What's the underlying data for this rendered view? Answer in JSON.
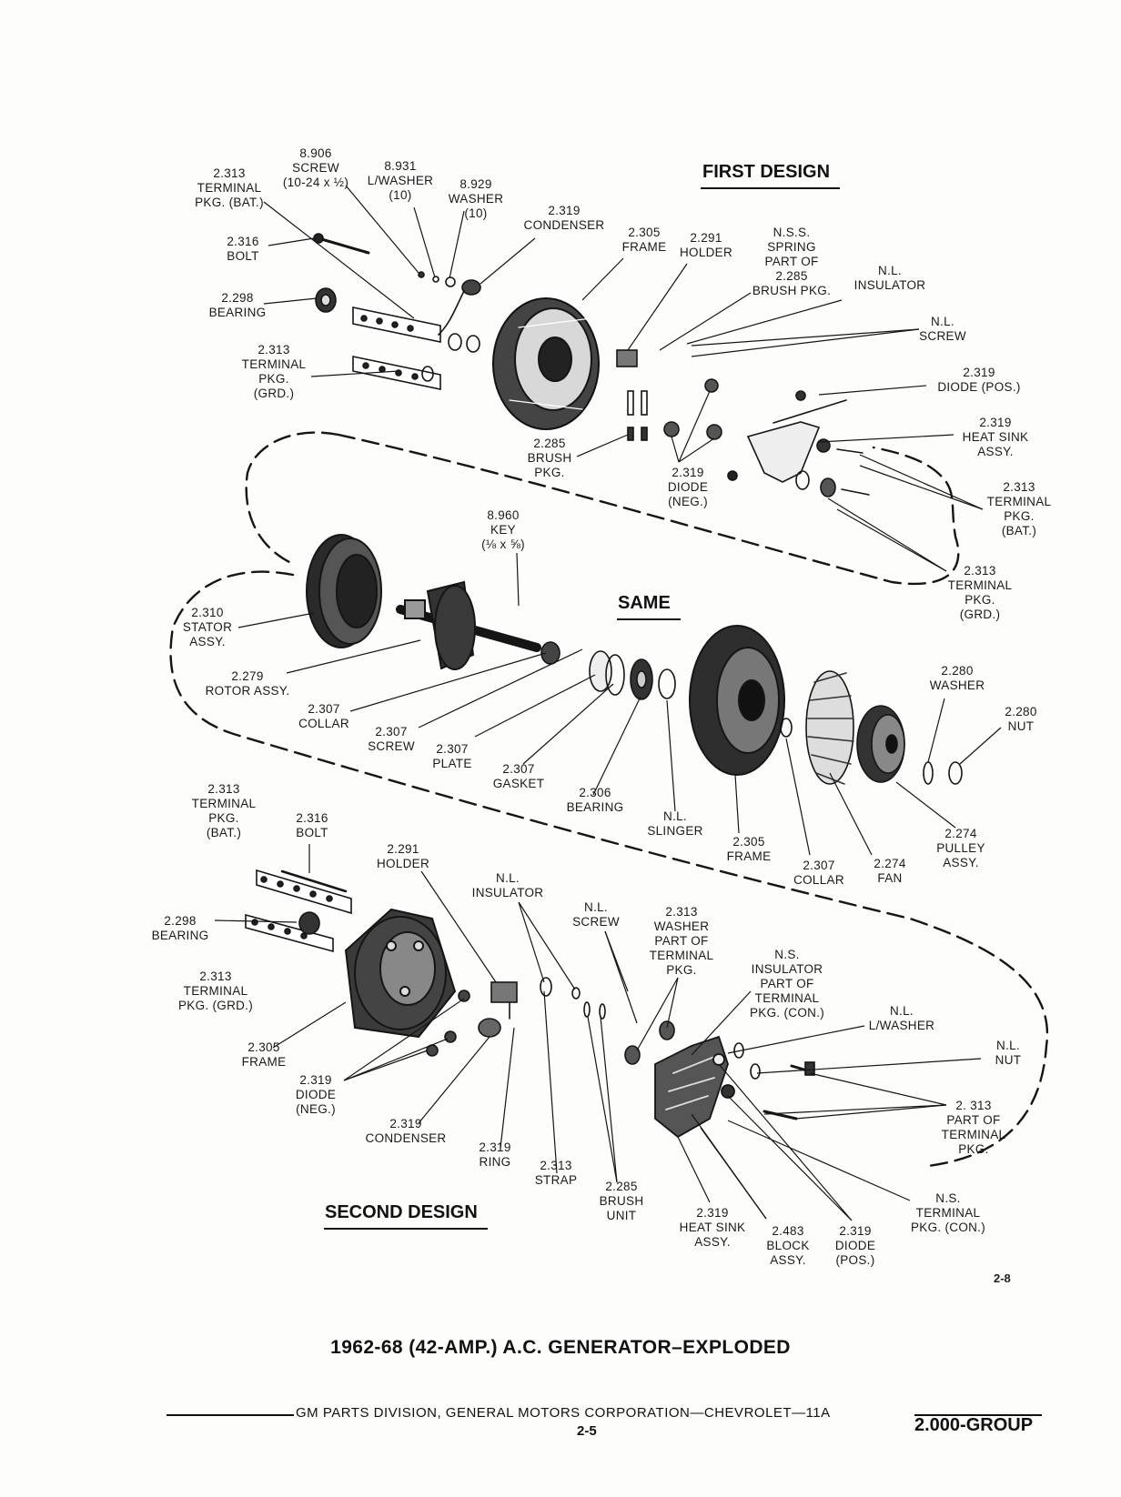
{
  "headings": {
    "first_design": "FIRST DESIGN",
    "same": "SAME",
    "second_design": "SECOND DESIGN"
  },
  "figure_number": "2-8",
  "caption": "1962-68 (42-AMP.) A.C. GENERATOR–EXPLODED",
  "footer": {
    "division": "GM PARTS DIVISION, GENERAL MOTORS CORPORATION—CHEVROLET—11A",
    "page": "2-5",
    "group": "2.000-GROUP"
  },
  "labels": {
    "terminal_bat_1": [
      "2.313",
      "TERMINAL",
      "PKG. (BAT.)"
    ],
    "screw_8906": [
      "8.906",
      "SCREW",
      "(10-24 x ½)"
    ],
    "lwasher_8931": [
      "8.931",
      "L/WASHER",
      "(10)"
    ],
    "washer_8929": [
      "8.929",
      "WASHER",
      "(10)"
    ],
    "condenser_1": [
      "2.319",
      "CONDENSER"
    ],
    "frame_1": [
      "2.305",
      "FRAME"
    ],
    "holder_1": [
      "2.291",
      "HOLDER"
    ],
    "spring_nss": [
      "N.S.S.",
      "SPRING",
      "PART OF",
      "2.285",
      "BRUSH PKG."
    ],
    "insulator_nl_1": [
      "N.L.",
      "INSULATOR"
    ],
    "bolt_1": [
      "2.316",
      "BOLT"
    ],
    "bearing_1": [
      "2.298",
      "BEARING"
    ],
    "screw_nl_1": [
      "N.L.",
      "SCREW"
    ],
    "terminal_grd_1": [
      "2.313",
      "TERMINAL",
      "PKG.",
      "(GRD.)"
    ],
    "diode_pos_1": [
      "2.319",
      "DIODE (POS.)"
    ],
    "heatsink_1": [
      "2.319",
      "HEAT SINK",
      "ASSY."
    ],
    "brush_pkg_1": [
      "2.285",
      "BRUSH",
      "PKG."
    ],
    "diode_neg_1": [
      "2.319",
      "DIODE",
      "(NEG.)"
    ],
    "terminal_bat_2": [
      "2.313",
      "TERMINAL",
      "PKG.",
      "(BAT.)"
    ],
    "key_8960": [
      "8.960",
      "KEY",
      "(⅛ x ⅝)"
    ],
    "terminal_grd_2": [
      "2.313",
      "TERMINAL",
      "PKG.",
      "(GRD.)"
    ],
    "stator": [
      "2.310",
      "STATOR",
      "ASSY."
    ],
    "rotor": [
      "2.279",
      "ROTOR ASSY."
    ],
    "washer_2280": [
      "2.280",
      "WASHER"
    ],
    "nut_2280": [
      "2.280",
      "NUT"
    ],
    "collar_1": [
      "2.307",
      "COLLAR"
    ],
    "screw_2307": [
      "2.307",
      "SCREW"
    ],
    "plate_2307": [
      "2.307",
      "PLATE"
    ],
    "gasket_2307": [
      "2.307",
      "GASKET"
    ],
    "bearing_2306": [
      "2.306",
      "BEARING"
    ],
    "slinger_nl": [
      "N.L.",
      "SLINGER"
    ],
    "frame_2": [
      "2.305",
      "FRAME"
    ],
    "collar_2": [
      "2.307",
      "COLLAR"
    ],
    "fan": [
      "2.274",
      "FAN"
    ],
    "pulley": [
      "2.274",
      "PULLEY",
      "ASSY."
    ],
    "terminal_bat_3": [
      "2.313",
      "TERMINAL",
      "PKG.",
      "(BAT.)"
    ],
    "bolt_2": [
      "2.316",
      "BOLT"
    ],
    "holder_2": [
      "2.291",
      "HOLDER"
    ],
    "insulator_nl_2": [
      "N.L.",
      "INSULATOR"
    ],
    "screw_nl_2": [
      "N.L.",
      "SCREW"
    ],
    "washer_2313": [
      "2.313",
      "WASHER",
      "PART OF",
      "TERMINAL",
      "PKG."
    ],
    "bearing_2": [
      "2.298",
      "BEARING"
    ],
    "insulator_ns": [
      "N.S.",
      "INSULATOR",
      "PART OF",
      "TERMINAL",
      "PKG. (CON.)"
    ],
    "lwasher_nl": [
      "N.L.",
      "L/WASHER"
    ],
    "terminal_grd_3": [
      "2.313",
      "TERMINAL",
      "PKG. (GRD.)"
    ],
    "nut_nl": [
      "N.L.",
      "NUT"
    ],
    "frame_3": [
      "2.305",
      "FRAME"
    ],
    "diode_neg_2": [
      "2.319",
      "DIODE",
      "(NEG.)"
    ],
    "part_terminal": [
      "2. 313",
      "PART OF",
      "TERMINAL",
      "PKG."
    ],
    "condenser_2": [
      "2.319",
      "CONDENSER"
    ],
    "ring": [
      "2.319",
      "RING"
    ],
    "strap": [
      "2.313",
      "STRAP"
    ],
    "brush_unit": [
      "2.285",
      "BRUSH",
      "UNIT"
    ],
    "terminal_con": [
      "N.S.",
      "TERMINAL",
      "PKG. (CON.)"
    ],
    "heatsink_2": [
      "2.319",
      "HEAT SINK",
      "ASSY."
    ],
    "block": [
      "2.483",
      "BLOCK",
      "ASSY."
    ],
    "diode_pos_2": [
      "2.319",
      "DIODE",
      "(POS.)"
    ]
  },
  "colors": {
    "ink": "#111111",
    "paper": "#fdfdfb"
  }
}
